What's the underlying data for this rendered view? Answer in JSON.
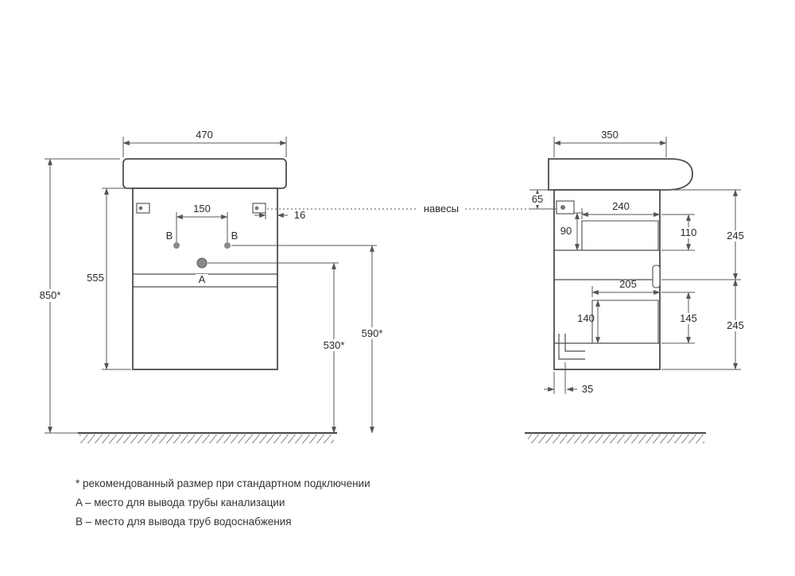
{
  "drawing": {
    "hangers_label": "навесы",
    "front": {
      "width": "470",
      "height_total": "850*",
      "cabinet_height": "555",
      "holes_spacing": "150",
      "bracket_offset": "16",
      "point_a": "A",
      "point_b": "B",
      "drain_height": "530*",
      "supply_height": "590*"
    },
    "side": {
      "depth": "350",
      "bracket_top_offset": "65",
      "bracket_to_shelf": "90",
      "top_inner_depth": "240",
      "top_inner_height": "110",
      "upper_section_height": "245",
      "bottom_inner_depth": "205",
      "bottom_inner_height": "140",
      "bottom_pocket_height": "145",
      "lower_section_height": "245",
      "plinth_offset": "35"
    }
  },
  "notes": {
    "line1": "* рекомендованный размер при стандартном подключении",
    "line2": "A – место для вывода трубы канализации",
    "line3": "B – место для вывода труб водоснабжения"
  }
}
